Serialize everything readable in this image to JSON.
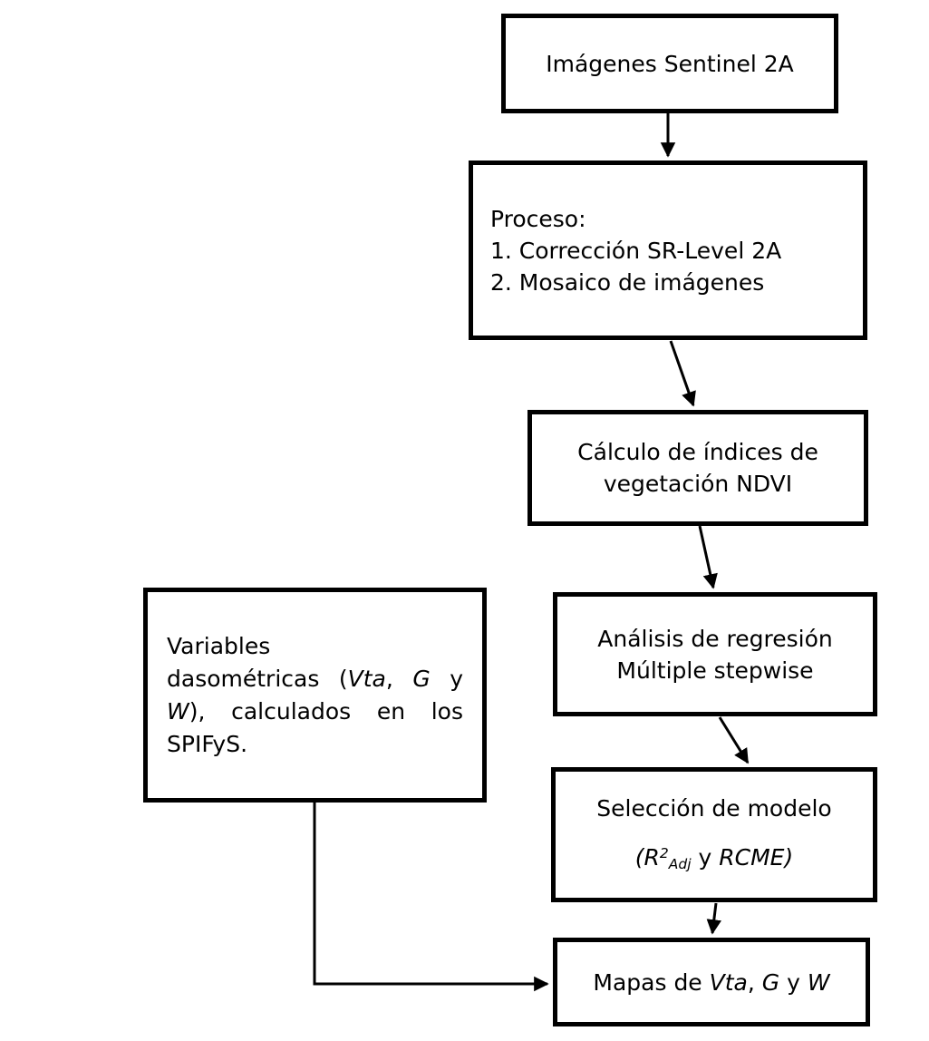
{
  "diagram": {
    "title_hint": "Flujo de procesamiento Sentinel 2A",
    "colors": {
      "background": "#ffffff",
      "box_border": "#000000",
      "text": "#000000",
      "connector": "#000000"
    },
    "boxes": {
      "sentinel": {
        "label": "Imágenes Sentinel 2A"
      },
      "proceso": {
        "title": "Proceso:",
        "items": [
          "1. Corrección SR-Level 2A",
          "2. Mosaico de imágenes"
        ]
      },
      "ndvi": {
        "line1": "Cálculo de índices de",
        "line2": "vegetación NDVI"
      },
      "regresion": {
        "line1": "Análisis de regresión",
        "line2": "Múltiple stepwise"
      },
      "seleccion": {
        "line1": "Selección de modelo",
        "formula": {
          "open": "(R",
          "sup": "2",
          "sub": "Adj",
          "mid": " y ",
          "close": "RCME)"
        }
      },
      "variables": {
        "l1": "Variables",
        "l2w1": "dasométricas",
        "l2w2a": "(",
        "l2w2b": "Vta",
        "l2w2c": ",",
        "l2w3": "G",
        "l2w4": "y",
        "l3w1a": "W",
        "l3w1b": "),",
        "l3w2": "calculados",
        "l3w3": "en",
        "l3w4": "los",
        "l4": "SPIFyS."
      },
      "mapas": {
        "pre": "Mapas de ",
        "vta": "Vta",
        "comma": ", ",
        "g": "G",
        "y": " y ",
        "w": "W"
      }
    },
    "connectors": [
      "sentinel→proceso",
      "proceso→ndvi",
      "ndvi→regresion",
      "regresion→seleccion",
      "seleccion→mapas",
      "variables→mapas"
    ]
  }
}
